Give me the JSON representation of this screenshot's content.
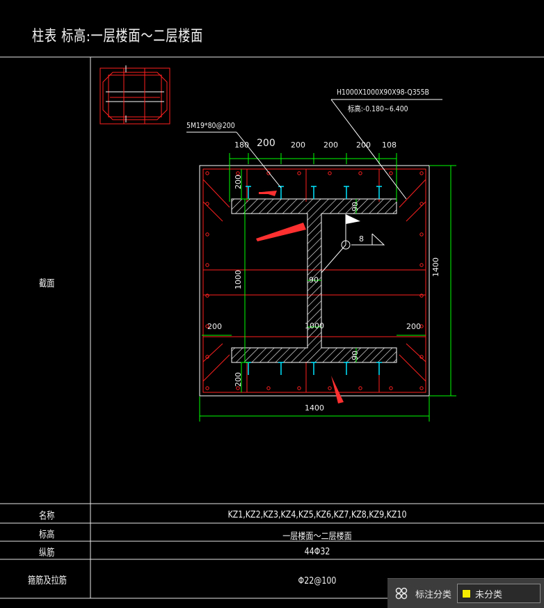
{
  "title": "柱表 标高:一层楼面～二层楼面",
  "rows": {
    "section_label": "截面",
    "name_label": "名称",
    "name_value": "KZ1,KZ2,KZ3,KZ4,KZ5,KZ6,KZ7,KZ8,KZ9,KZ10",
    "elev_label": "标高",
    "elev_value": "一层楼面～二层楼面",
    "long_bar_label": "纵筋",
    "long_bar_value": "44Φ32",
    "stirrup_label": "箍筋及拉筋",
    "stirrup_value": "Φ22@100"
  },
  "drawing": {
    "steel_note": "H1000X1000X90X98-Q355B",
    "elev_note": "标高:-0.180~6.400",
    "stud_note": "5M19*80@200",
    "weld_size": "8",
    "dims": {
      "top": [
        "180",
        "200",
        "200",
        "200",
        "200",
        "108"
      ],
      "width": "1400",
      "height": "1400",
      "web_height": "1000",
      "web_thk": "90",
      "flange_thk_top": "90",
      "flange_thk_bot": "90",
      "left_edge": "200",
      "right_edge": "200",
      "cover_top": "200",
      "cover_bot": "200",
      "web_len": "1000"
    }
  },
  "toolbar": {
    "label": "标注分类",
    "selected": "未分类",
    "swatch_color": "#f5ec00"
  },
  "colors": {
    "line": "#ffffff",
    "rebar": "#ff2020",
    "dimension": "#00ff00",
    "stud": "#00e5ff",
    "annotation": "#ff3030"
  }
}
